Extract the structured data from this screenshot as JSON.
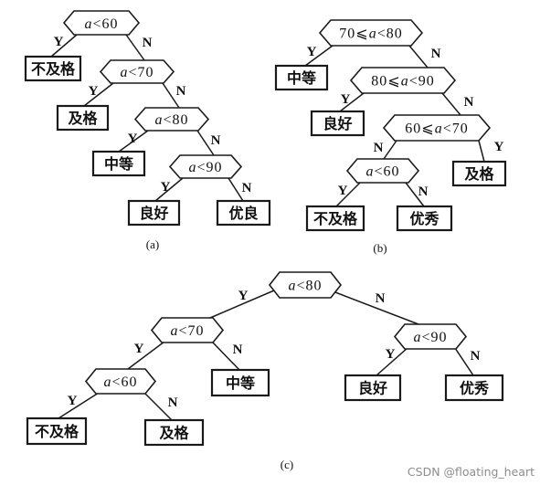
{
  "branch_labels": {
    "yes": "Y",
    "no": "N"
  },
  "tree_a": {
    "caption": "(a)",
    "root": {
      "test": "a<60",
      "yes": {
        "leaf": "不及格"
      },
      "no": {
        "test": "a<70",
        "yes": {
          "leaf": "及格"
        },
        "no": {
          "test": "a<80",
          "yes": {
            "leaf": "中等"
          },
          "no": {
            "test": "a<90",
            "yes": {
              "leaf": "良好"
            },
            "no": {
              "leaf": "优良"
            }
          }
        }
      }
    }
  },
  "tree_b": {
    "caption": "(b)",
    "root": {
      "test": "70⩽a<80",
      "yes": {
        "leaf": "中等"
      },
      "no": {
        "test": "80⩽a<90",
        "yes": {
          "leaf": "良好"
        },
        "no": {
          "test": "60⩽a<70",
          "yes": {
            "leaf": "及格"
          },
          "no": {
            "test": "a<60",
            "yes": {
              "leaf": "不及格"
            },
            "no": {
              "leaf": "优秀"
            }
          }
        }
      }
    }
  },
  "tree_c": {
    "caption": "(c)",
    "root": {
      "test": "a<80",
      "yes": {
        "test": "a<70",
        "yes": {
          "test": "a<60",
          "yes": {
            "leaf": "不及格"
          },
          "no": {
            "leaf": "及格"
          }
        },
        "no": {
          "leaf": "中等"
        }
      },
      "no": {
        "test": "a<90",
        "yes": {
          "leaf": "良好"
        },
        "no": {
          "leaf": "优秀"
        }
      }
    }
  },
  "watermark": "CSDN @floating_heart"
}
